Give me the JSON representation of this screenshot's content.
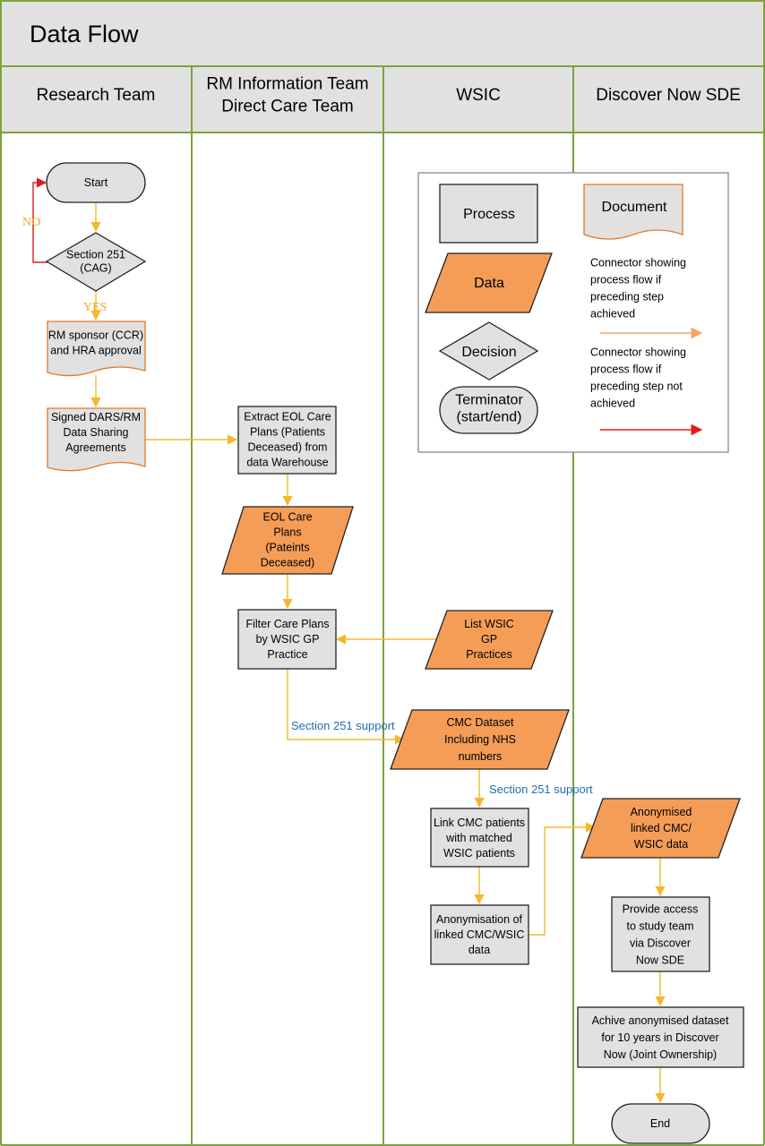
{
  "title": "Data Flow",
  "lanes": [
    {
      "lines": [
        "Research Team"
      ]
    },
    {
      "lines": [
        "RM Information Team",
        "Direct Care Team"
      ]
    },
    {
      "lines": [
        "WSIC"
      ]
    },
    {
      "lines": [
        "Discover Now SDE"
      ]
    }
  ],
  "colors": {
    "grid": "#7da23d",
    "header_fill": "#e1e1e1",
    "orange_fill": "#f59d56",
    "orange_stroke": "#e07a2a",
    "connector": "#f6b829",
    "no_arrow": "#e21a1a",
    "legend_arrow_light": "#f3a66a",
    "blue_label": "#1f6fb0"
  },
  "nodes": {
    "start": {
      "lines": [
        "Start"
      ]
    },
    "section251": {
      "lines": [
        "Section 251",
        "(CAG)"
      ]
    },
    "sponsor": {
      "lines": [
        "RM sponsor (CCR)",
        "and HRA approval"
      ]
    },
    "dars": {
      "lines": [
        "Signed DARS/RM",
        "Data Sharing",
        "Agreements"
      ]
    },
    "extract": {
      "lines": [
        "Extract EOL Care",
        "Plans (Patients",
        "Deceased) from",
        "data Warehouse"
      ]
    },
    "eol": {
      "lines": [
        "EOL Care",
        "Plans",
        "(Pateints",
        "Deceased)"
      ]
    },
    "filter": {
      "lines": [
        "Filter Care Plans",
        "by WSIC GP",
        "Practice"
      ]
    },
    "listwsic": {
      "lines": [
        "List WSIC",
        "GP",
        "Practices"
      ]
    },
    "cmc": {
      "lines": [
        "CMC Dataset",
        "Including NHS",
        "numbers"
      ]
    },
    "link": {
      "lines": [
        "Link CMC patients",
        "with matched",
        "WSIC patients"
      ]
    },
    "anonproc": {
      "lines": [
        "Anonymisation of",
        "linked CMC/WSIC",
        "data"
      ]
    },
    "anondata": {
      "lines": [
        "Anonymised",
        "linked CMC/",
        "WSIC data"
      ]
    },
    "access": {
      "lines": [
        "Provide access",
        "to study team",
        "via Discover",
        "Now SDE"
      ]
    },
    "archive": {
      "lines": [
        "Achive anonymised dataset",
        "for 10 years in Discover",
        "Now (Joint Ownership)"
      ]
    },
    "end": {
      "lines": [
        "End"
      ]
    }
  },
  "labels": {
    "no": "NO",
    "yes": "YES",
    "s251_a": "Section 251 support",
    "s251_b": "Section 251 support"
  },
  "legend": {
    "process": "Process",
    "document": "Document",
    "data": "Data",
    "decision": "Decision",
    "terminator": [
      "Terminator",
      "(start/end)"
    ],
    "connector_yes": [
      "Connector showing",
      "process flow if",
      "preceding step",
      "achieved"
    ],
    "connector_no": [
      "Connector showing",
      "process flow if",
      "preceding step not",
      "achieved"
    ]
  }
}
